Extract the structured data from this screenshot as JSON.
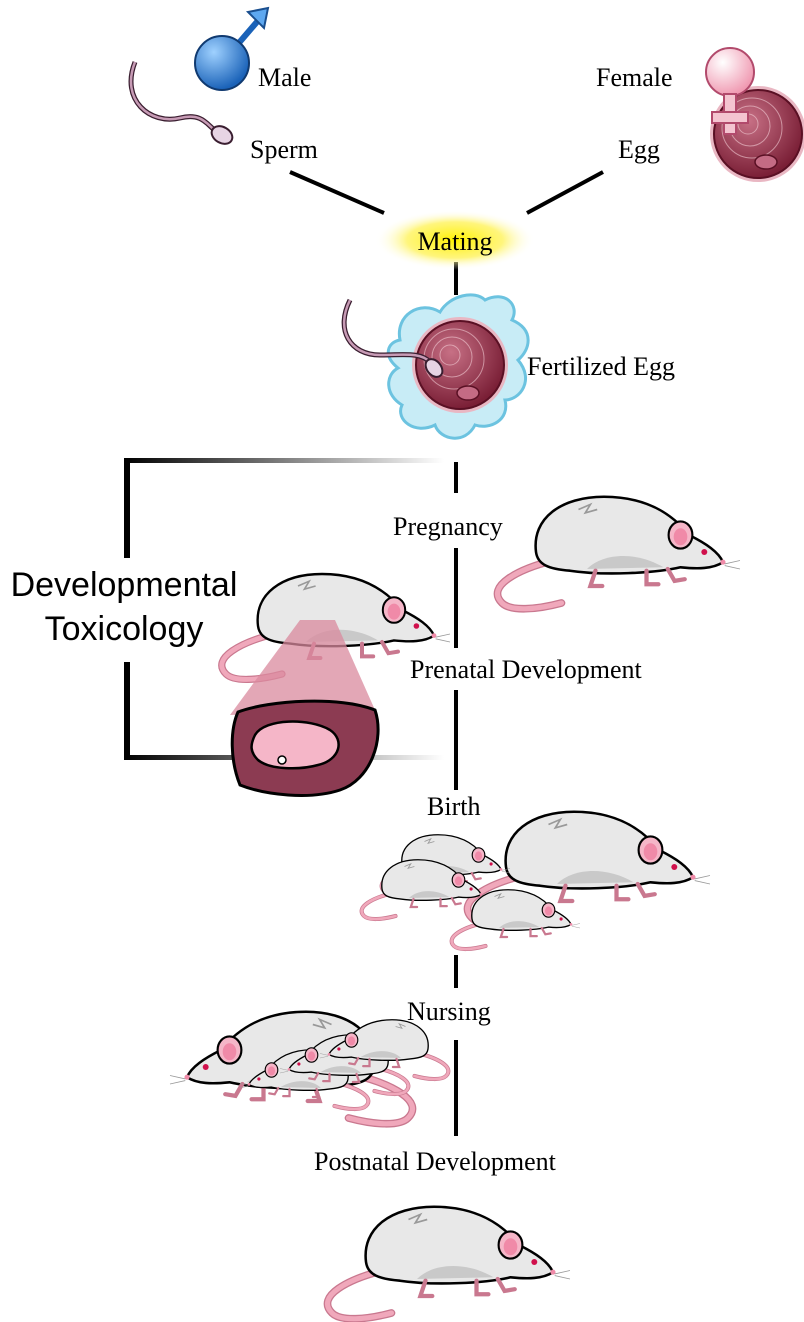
{
  "labels": {
    "male": "Male",
    "female": "Female",
    "sperm": "Sperm",
    "egg": "Egg",
    "mating": "Mating",
    "fertilized_egg": "Fertilized Egg",
    "pregnancy": "Pregnancy",
    "prenatal": "Prenatal Development",
    "birth": "Birth",
    "nursing": "Nursing",
    "postnatal": "Postnatal Development",
    "toxicology_line1": "Developmental",
    "toxicology_line2": "Toxicology"
  },
  "icons": [
    "male-symbol-icon",
    "female-symbol-icon",
    "sperm-icon",
    "egg-icon",
    "fertilized-egg-icon",
    "rat-icon",
    "uterus-icon"
  ],
  "colors": {
    "male_symbol": "#2a7fd4",
    "female_symbol": "#f2b8c6",
    "egg": "#8c2f45",
    "rat_body": "#e6e6e6",
    "rat_ear": "#f5b6c8",
    "tail": "#e79bb0",
    "mating_glow": "#fff200",
    "membrane": "#a9dff0"
  }
}
